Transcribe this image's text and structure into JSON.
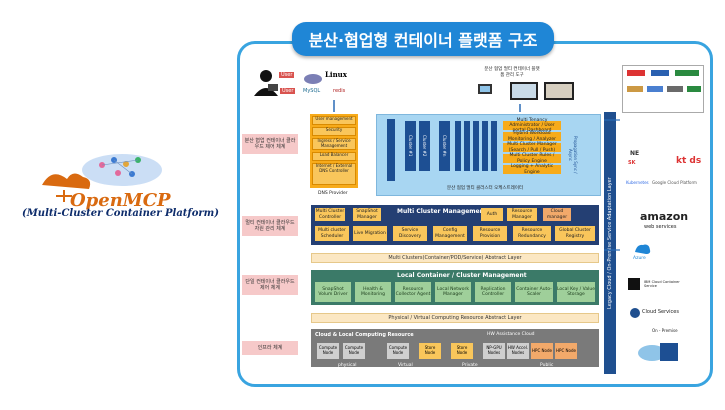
{
  "title": "분산·협업형 컨테이너 플랫폼 구조",
  "logo": {
    "name": "OpenMCP",
    "subtitle": "(Multi-Cluster Container Platform)"
  },
  "top_user": {
    "user_badge": "User",
    "user_badge2": "User",
    "linux": "Linux",
    "mysql": "MySQL",
    "redis": "redis"
  },
  "dashboard_caption": "분산 협업 멀티 컨테이너 플랫폼 관리 도구",
  "lanes": [
    "분산 협업 컨테이너 클라우드 제어 체계",
    "멀티 컨테이너 클라우드 자원 관리 체계",
    "단일 컨테이너 클라우드 제어 체계",
    "인프라 체계"
  ],
  "orange_stack": [
    "User management",
    "Security",
    "Ingress / Service Management",
    "Load Balancer",
    "Internet / External DNS Controller"
  ],
  "dns_provider": "DNS Provider",
  "cluster_labels": [
    "Cluster #1",
    "Cluster #2",
    "Cluster #n"
  ],
  "right_stack": [
    "Multi Tenancy Administrator / User portal Dashboard",
    "Hybrid Workload Monitoring / Analyzer",
    "Multi Cluster Manager (Search / Pull / Push)",
    "Multi Cluster Rules / Policy Engine",
    "Logging + Analytic Engine"
  ],
  "propagation": "Propagation Sync / Async",
  "orchestration_caption": "분산 협업 멀티 클러스터 오케스트레이터",
  "mgmt": {
    "title": "Multi Cluster Management",
    "row1": [
      "Multi Cluster Controller",
      "SnapShot Manager",
      "Auth",
      "Resource Manager",
      "Cloud manager"
    ],
    "row2": [
      "Multi cluster Scheduler",
      "Live Migration",
      "Service Discovery",
      "Config Management",
      "Resource Provision",
      "Resource Redundancy",
      "Global Cluster Registry"
    ]
  },
  "abstract1": "Multi Clusters(Container/POD/Service) Abstract Layer",
  "local": {
    "title": "Local Container / Cluster Management",
    "boxes": [
      "SnapShot Volum Driver",
      "Health & Monitoring",
      "Resource Collector Agent",
      "Local Network Manager",
      "Replication Controller",
      "Container Auto-Scaler",
      "Local Key / Value Storage"
    ]
  },
  "abstract2": "Physical / Virtual Computing Resource Abstract Layer",
  "compute": {
    "title": "Cloud & Local Computing Resource",
    "hw_title": "HW Assistance Cloud",
    "nodes": [
      "Compute Node",
      "Compute Node",
      "Compute Node",
      "Store Node",
      "Store Node",
      "NP-GPU Nodes",
      "HW Accel. Nodes",
      "HPC Node",
      "HPC Node"
    ],
    "footer": [
      "physical",
      "Virtual",
      "Private",
      "Public"
    ]
  },
  "legacy": "Legacy Cloud / On-Premise Service Adaptation Layer",
  "clouds": {
    "kubernetes": "Kubernetes",
    "google": "Google Cloud Platform",
    "amazon": "amazon",
    "aws": "web services",
    "azure": "Azure",
    "ibm": "IBM Cloud Container Service",
    "hpcloud": "Cloud Services",
    "onpremise": "On - Premise",
    "kt": "kt ds",
    "naver": "NE",
    "sk": "SK"
  },
  "colors": {
    "banner": "#1f86d6",
    "frame": "#39a4e0",
    "orange": "#f7ab1b",
    "navy": "#243f73",
    "green": "#3b7a68"
  }
}
